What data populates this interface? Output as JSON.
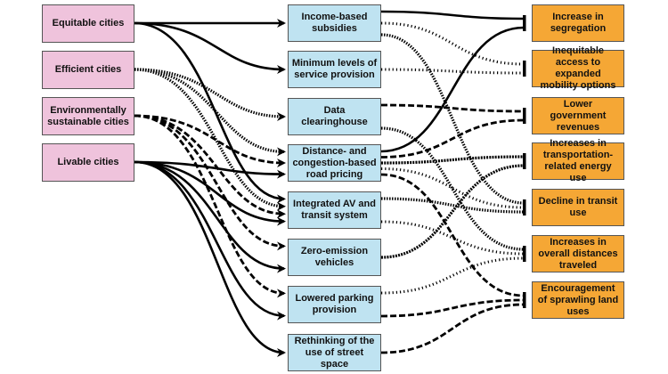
{
  "goals": [
    {
      "id": "equitable",
      "label": "Equitable cities"
    },
    {
      "id": "efficient",
      "label": "Efficient cities"
    },
    {
      "id": "environmental",
      "label": "Environmentally sustainable cities"
    },
    {
      "id": "livable",
      "label": "Livable cities"
    }
  ],
  "policies": [
    {
      "id": "income",
      "label": "Income-based subsidies"
    },
    {
      "id": "minimum",
      "label": "Minimum levels of service provision"
    },
    {
      "id": "data",
      "label": "Data clearinghouse"
    },
    {
      "id": "pricing",
      "label": "Distance- and congestion-based road pricing"
    },
    {
      "id": "integrated",
      "label": "Integrated AV and transit system"
    },
    {
      "id": "zeroemission",
      "label": "Zero-emission vehicles"
    },
    {
      "id": "parking",
      "label": "Lowered parking provision"
    },
    {
      "id": "street",
      "label": "Rethinking of the use of street space"
    }
  ],
  "outcomes": [
    {
      "id": "segregation",
      "label": "Increase in segregation"
    },
    {
      "id": "inequitable",
      "label": "Inequitable access to expanded mobility options"
    },
    {
      "id": "revenues",
      "label": "Lower government revenues"
    },
    {
      "id": "energy",
      "label": "Increases in transportation-related energy use"
    },
    {
      "id": "transit",
      "label": "Decline in transit use"
    },
    {
      "id": "distances",
      "label": "Increases in overall distances traveled"
    },
    {
      "id": "sprawl",
      "label": "Encouragement of sprawling land uses"
    }
  ],
  "line_styles": {
    "equitable": "solid",
    "efficient": "dotted",
    "environmental": "dashed",
    "livable": "solid"
  },
  "goal_to_policy": [
    {
      "from": "equitable",
      "to": "income",
      "style": "solid"
    },
    {
      "from": "equitable",
      "to": "minimum",
      "style": "solid"
    },
    {
      "from": "equitable",
      "to": "integrated",
      "style": "solid"
    },
    {
      "from": "efficient",
      "to": "data",
      "style": "dotted"
    },
    {
      "from": "efficient",
      "to": "pricing",
      "style": "dotted"
    },
    {
      "from": "efficient",
      "to": "integrated",
      "style": "dotted"
    },
    {
      "from": "environmental",
      "to": "pricing",
      "style": "dashed"
    },
    {
      "from": "environmental",
      "to": "integrated",
      "style": "dashed"
    },
    {
      "from": "environmental",
      "to": "zeroemission",
      "style": "dashed"
    },
    {
      "from": "environmental",
      "to": "parking",
      "style": "dashed"
    },
    {
      "from": "livable",
      "to": "pricing",
      "style": "solid"
    },
    {
      "from": "livable",
      "to": "integrated",
      "style": "solid"
    },
    {
      "from": "livable",
      "to": "zeroemission",
      "style": "solid"
    },
    {
      "from": "livable",
      "to": "parking",
      "style": "solid"
    },
    {
      "from": "livable",
      "to": "street",
      "style": "solid"
    }
  ],
  "policy_to_outcome": [
    {
      "from": "income",
      "to": "segregation",
      "style": "solid"
    },
    {
      "from": "income",
      "to": "inequitable",
      "style": "dotted-sparse"
    },
    {
      "from": "income",
      "to": "transit",
      "style": "dotted"
    },
    {
      "from": "minimum",
      "to": "inequitable",
      "style": "dotted-sparse"
    },
    {
      "from": "data",
      "to": "revenues",
      "style": "dashed"
    },
    {
      "from": "data",
      "to": "distances",
      "style": "dotted"
    },
    {
      "from": "pricing",
      "to": "segregation",
      "style": "solid"
    },
    {
      "from": "pricing",
      "to": "revenues",
      "style": "dashed"
    },
    {
      "from": "pricing",
      "to": "energy",
      "style": "dotted-dense"
    },
    {
      "from": "pricing",
      "to": "transit",
      "style": "dotted-sparse"
    },
    {
      "from": "pricing",
      "to": "sprawl",
      "style": "dashed"
    },
    {
      "from": "integrated",
      "to": "transit",
      "style": "dotted"
    },
    {
      "from": "integrated",
      "to": "distances",
      "style": "dotted-sparse"
    },
    {
      "from": "zeroemission",
      "to": "energy",
      "style": "dotted-dense"
    },
    {
      "from": "parking",
      "to": "distances",
      "style": "dotted-sparse"
    },
    {
      "from": "parking",
      "to": "sprawl",
      "style": "dashed"
    },
    {
      "from": "street",
      "to": "sprawl",
      "style": "dashed"
    }
  ]
}
